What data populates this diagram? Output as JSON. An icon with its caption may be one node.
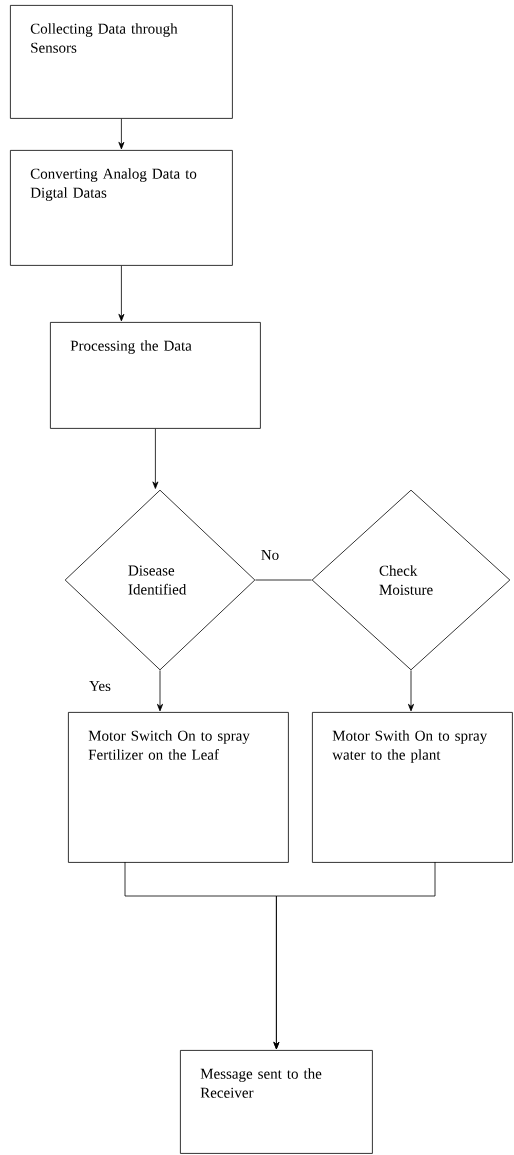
{
  "diagram": {
    "nodes": [
      {
        "text": [
          "Collecting Data through Sensors"
        ]
      },
      {
        "text": [
          "Converting Analog Data to Digtal  Datas"
        ]
      },
      {
        "text": [
          "Processing the Data"
        ]
      },
      {
        "text": [
          "Disease Identified"
        ]
      },
      {
        "text": [
          "Check Moisture"
        ]
      },
      {
        "text": [
          "Motor Switch On to spray Fertilizer on the Leaf"
        ]
      },
      {
        "text": [
          "Motor Swith On to spray water to the plant"
        ]
      },
      {
        "text": [
          "Message sent to the Receiver"
        ]
      }
    ],
    "edges": [
      {
        "from": 0,
        "to": 1,
        "arrow": "to"
      },
      {
        "from": 1,
        "to": 2,
        "arrow": "to"
      },
      {
        "from": 2,
        "to": 3,
        "arrow": "to"
      },
      {
        "from": 3,
        "to": 4,
        "arrow": "none",
        "label": "No"
      },
      {
        "from": 3,
        "to": 5,
        "arrow": "to",
        "label": "Yes"
      },
      {
        "from": 4,
        "to": 6,
        "arrow": "to"
      },
      {
        "from": 5,
        "to": 7,
        "arrow": "to"
      },
      {
        "from": 6,
        "to": 7,
        "arrow": "to"
      }
    ]
  }
}
